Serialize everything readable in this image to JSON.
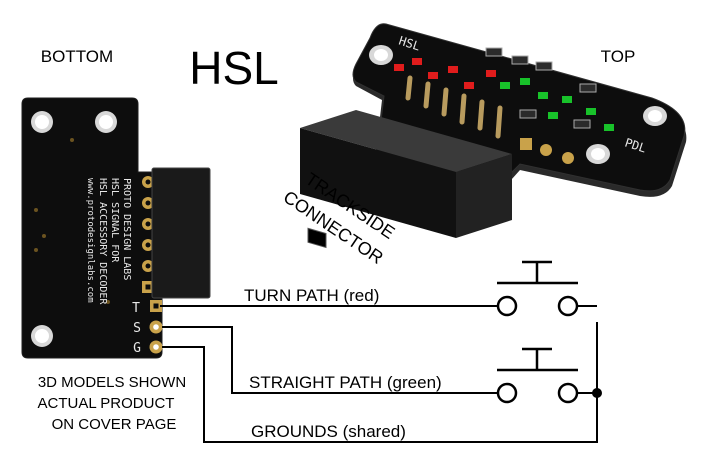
{
  "title": "HSL",
  "labels": {
    "bottom": "BOTTOM",
    "top": "TOP",
    "connector_line1": "TRACKSIDE",
    "connector_line2": "CONNECTOR",
    "note_line1": "3D MODELS SHOWN",
    "note_line2": "ACTUAL PRODUCT",
    "note_line3": "ON COVER PAGE"
  },
  "wires": {
    "turn": "TURN PATH (red)",
    "straight": "STRAIGHT PATH (green)",
    "grounds": "GROUNDS (shared)"
  },
  "board_bottom": {
    "silk_line1": "PROTO DESIGN LABS",
    "silk_line2": "HSL SIGNAL FOR",
    "silk_line3": "HSL ACCESSORY DECODER",
    "silk_line4": "www.protodesignlabs.com",
    "pin_t": "T",
    "pin_s": "S",
    "pin_g": "G"
  },
  "board_top": {
    "silk_hsl": "HSL",
    "silk_pdl": "PDL"
  },
  "colors": {
    "pcb": "#0d0d0d",
    "pad": "#c9a24a",
    "led_red": "#e01c1c",
    "led_green": "#18c22a",
    "wire": "#000000"
  }
}
